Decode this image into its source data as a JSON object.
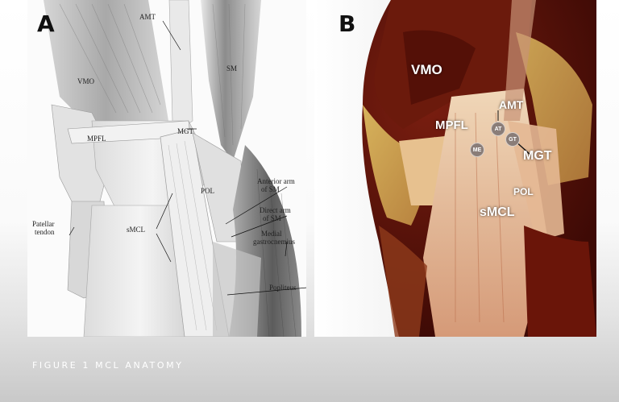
{
  "panel_a": {
    "letter": "A",
    "labels": {
      "amt": "AMT",
      "sm": "SM",
      "vmo": "VMO",
      "mpfl": "MPFL",
      "mgt": "MGT",
      "pol": "POL",
      "smcl": "sMCL",
      "patellar_tendon_1": "Patellar",
      "patellar_tendon_2": "tendon",
      "anterior_arm_1": "Anterior arm",
      "anterior_arm_2": "of SM",
      "direct_arm_1": "Direct arm",
      "direct_arm_2": "of SM",
      "medial_gastroc_1": "Medial",
      "medial_gastroc_2": "gastrocnemius",
      "popliteus": "Popliteus"
    }
  },
  "panel_b": {
    "letter": "B",
    "labels": {
      "vmo": "VMO",
      "amt": "AMT",
      "mpfl": "MPFL",
      "at": "AT",
      "gt": "GT",
      "me": "ME",
      "mgt": "MGT",
      "pol": "POL",
      "smcl": "sMCL"
    }
  },
  "caption": "FIGURE 1 MCL ANATOMY",
  "colors": {
    "background_top": "#ffffff",
    "background_bottom": "#c9c9c9",
    "caption_text": "#ffffff",
    "tissue_dark_red": "#5a1208",
    "tissue_yellow": "#c9a24a",
    "ligament_pale": "#e8c9a8"
  }
}
